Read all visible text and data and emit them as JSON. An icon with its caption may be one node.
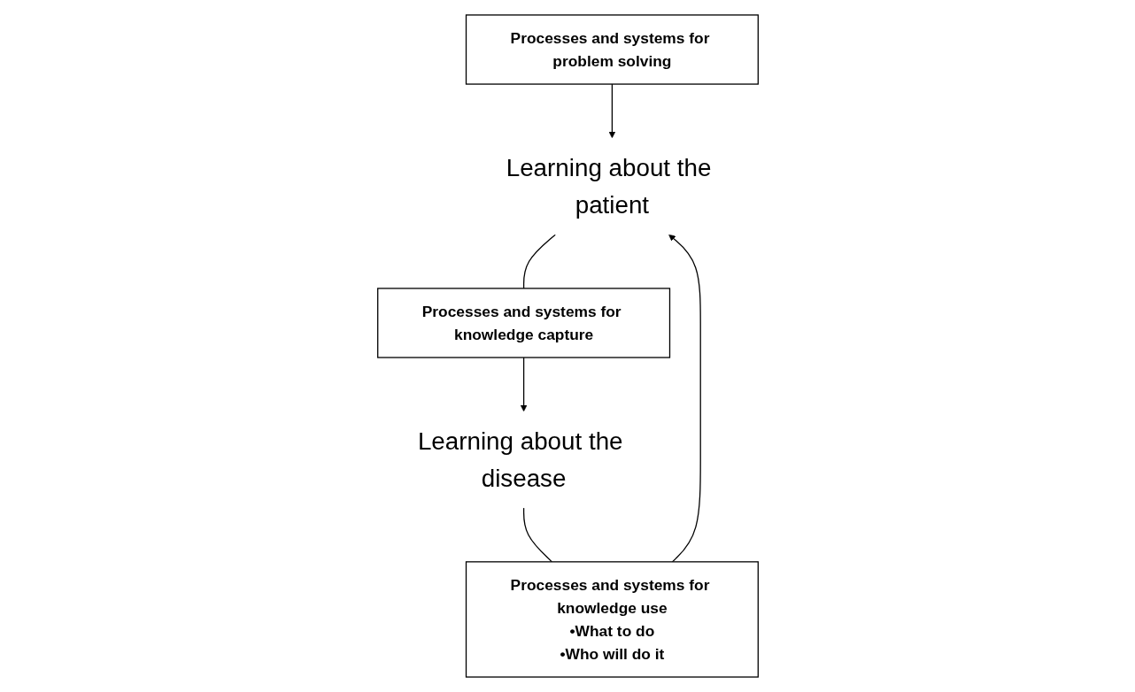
{
  "diagram": {
    "nodes": [
      {
        "text": [
          "Learning about the patient"
        ]
      },
      {
        "text": [
          "Processes and systems for problem solving"
        ]
      },
      {
        "text": [
          "Processes and systems for knowledge use",
          "•What to do",
          "•Who will do it"
        ]
      },
      {
        "text": [
          "Processes and systems for knowledge capture"
        ]
      },
      {
        "text": [
          "Learning about the disease"
        ]
      }
    ],
    "edges": [
      {
        "from": 2,
        "to": 0,
        "arrow": "to"
      },
      {
        "from": 1,
        "to": 0,
        "arrow": "to"
      },
      {
        "from": 0,
        "to": 3,
        "arrow": "none"
      },
      {
        "from": 3,
        "to": 4,
        "arrow": "to"
      },
      {
        "from": 4,
        "to": 2,
        "arrow": "none"
      }
    ]
  }
}
